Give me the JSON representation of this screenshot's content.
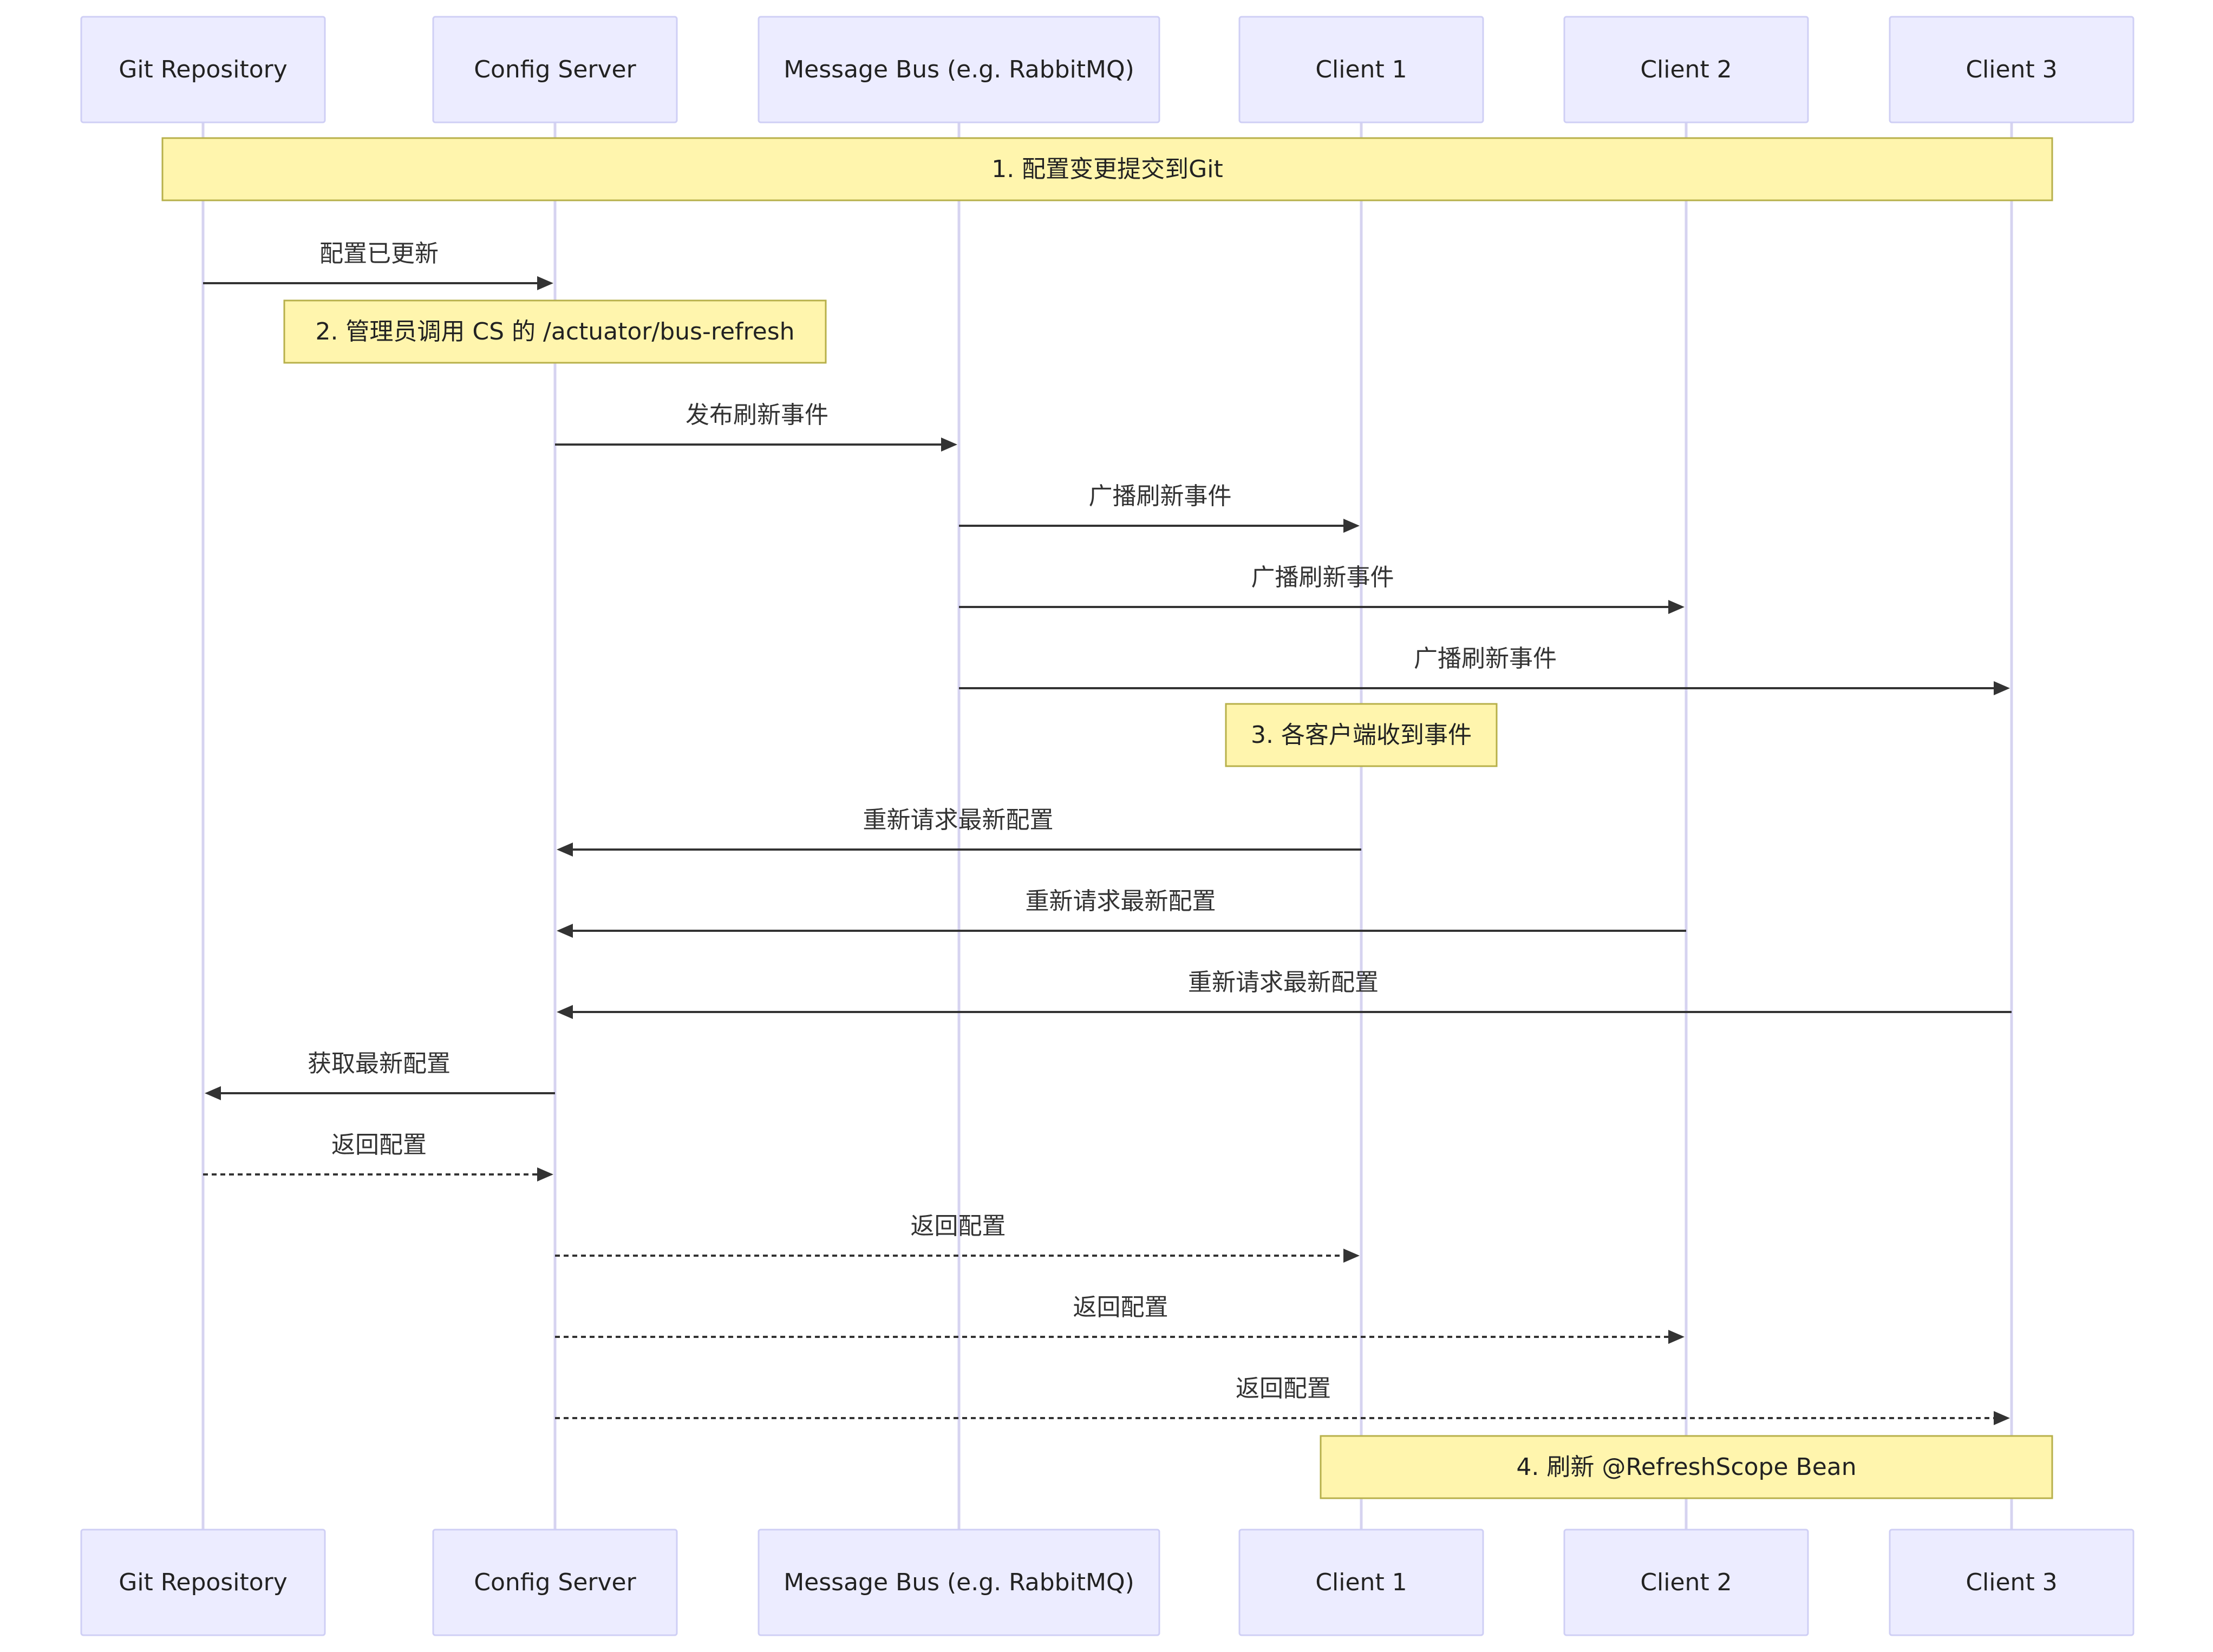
{
  "participants": [
    {
      "id": "git",
      "label": "Git Repository"
    },
    {
      "id": "cs",
      "label": "Config Server"
    },
    {
      "id": "bus",
      "label": "Message Bus (e.g. RabbitMQ)"
    },
    {
      "id": "c1",
      "label": "Client 1"
    },
    {
      "id": "c2",
      "label": "Client 2"
    },
    {
      "id": "c3",
      "label": "Client 3"
    }
  ],
  "steps": [
    {
      "kind": "note",
      "text": "1. 配置变更提交到Git",
      "from": "git",
      "to": "c3"
    },
    {
      "kind": "message",
      "text": "配置已更新",
      "from": "git",
      "to": "cs",
      "style": "solid"
    },
    {
      "kind": "note",
      "text": "2. 管理员调用 CS 的 /actuator/bus-refresh",
      "from": "cs",
      "to": "cs"
    },
    {
      "kind": "message",
      "text": "发布刷新事件",
      "from": "cs",
      "to": "bus",
      "style": "solid"
    },
    {
      "kind": "message",
      "text": "广播刷新事件",
      "from": "bus",
      "to": "c1",
      "style": "solid"
    },
    {
      "kind": "message",
      "text": "广播刷新事件",
      "from": "bus",
      "to": "c2",
      "style": "solid"
    },
    {
      "kind": "message",
      "text": "广播刷新事件",
      "from": "bus",
      "to": "c3",
      "style": "solid"
    },
    {
      "kind": "note",
      "text": "3. 各客户端收到事件",
      "from": "c1",
      "to": "c1"
    },
    {
      "kind": "message",
      "text": "重新请求最新配置",
      "from": "c1",
      "to": "cs",
      "style": "solid"
    },
    {
      "kind": "message",
      "text": "重新请求最新配置",
      "from": "c2",
      "to": "cs",
      "style": "solid"
    },
    {
      "kind": "message",
      "text": "重新请求最新配置",
      "from": "c3",
      "to": "cs",
      "style": "solid"
    },
    {
      "kind": "message",
      "text": "获取最新配置",
      "from": "cs",
      "to": "git",
      "style": "solid"
    },
    {
      "kind": "message",
      "text": "返回配置",
      "from": "git",
      "to": "cs",
      "style": "dashed"
    },
    {
      "kind": "message",
      "text": "返回配置",
      "from": "cs",
      "to": "c1",
      "style": "dashed"
    },
    {
      "kind": "message",
      "text": "返回配置",
      "from": "cs",
      "to": "c2",
      "style": "dashed"
    },
    {
      "kind": "message",
      "text": "返回配置",
      "from": "cs",
      "to": "c3",
      "style": "dashed"
    },
    {
      "kind": "note",
      "text": "4. 刷新 @RefreshScope Bean",
      "from": "c1",
      "to": "c3"
    }
  ],
  "colors": {
    "actor_fill": "#ECECFF",
    "note_fill": "#FFF5AD",
    "line": "#333333"
  }
}
